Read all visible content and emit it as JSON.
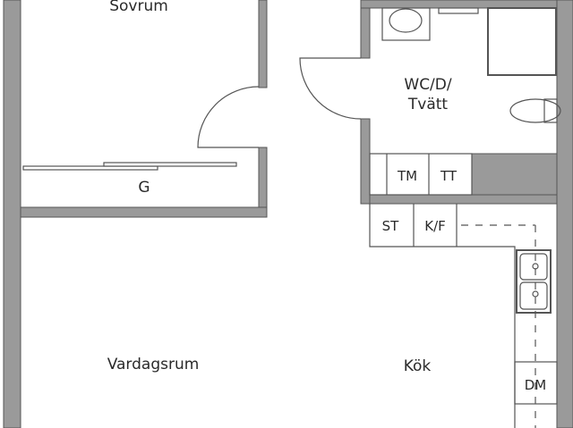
{
  "rooms": {
    "sovrum": "Sovrum",
    "garderob": "G",
    "bathroom_line1": "WC/D/",
    "bathroom_line2": "Tvätt",
    "tm": "TM",
    "tt": "TT",
    "st": "ST",
    "kf": "K/F",
    "vardagsrum": "Vardagsrum",
    "kok": "Kök",
    "dm": "DM"
  },
  "colors": {
    "wall": "#9a9a9a",
    "line": "#555555",
    "background": "#ffffff"
  }
}
